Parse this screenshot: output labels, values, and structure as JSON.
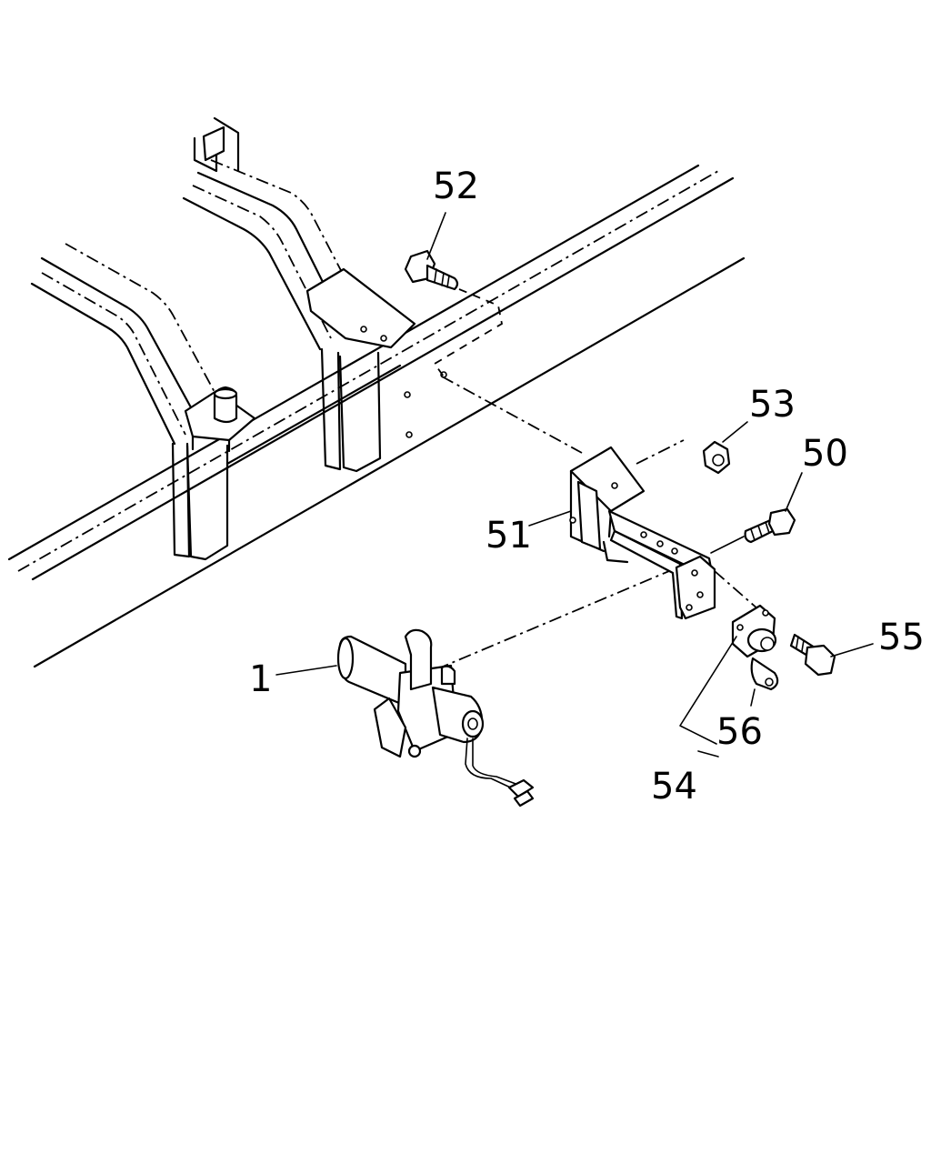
{
  "callouts": {
    "c1": "1",
    "c50": "50",
    "c51": "51",
    "c52": "52",
    "c53": "53",
    "c54": "54",
    "c55": "55",
    "c56": "56"
  },
  "colors": {
    "line": "#000000",
    "background": "#ffffff"
  }
}
